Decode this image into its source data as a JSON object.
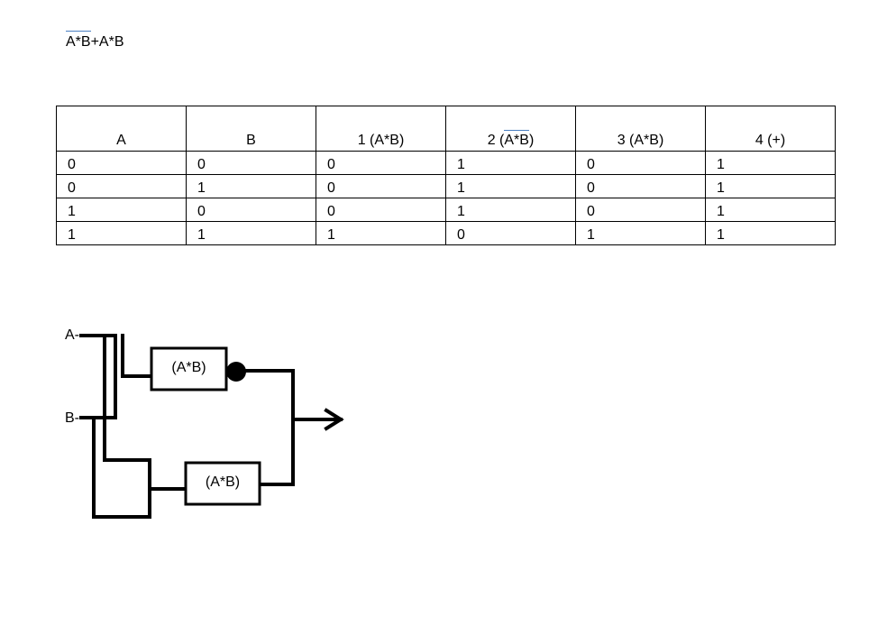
{
  "formula": {
    "negated_part": "A*B",
    "rest": "+A*B"
  },
  "truth_table": {
    "headers": [
      {
        "text": "A",
        "overbar": ""
      },
      {
        "text": "B",
        "overbar": ""
      },
      {
        "text": "1 (A*B)",
        "overbar": ""
      },
      {
        "prefix": "2 (",
        "overbar": "A*B",
        "suffix": ")"
      },
      {
        "text": "3 (A*B)",
        "overbar": ""
      },
      {
        "text": "4 (+)",
        "overbar": ""
      }
    ],
    "rows": [
      [
        "0",
        "0",
        "0",
        "1",
        "0",
        "1"
      ],
      [
        "0",
        "1",
        "0",
        "1",
        "0",
        "1"
      ],
      [
        "1",
        "0",
        "0",
        "1",
        "0",
        "1"
      ],
      [
        "1",
        "1",
        "1",
        "0",
        "1",
        "1"
      ]
    ]
  },
  "circuit": {
    "input_a_label": "A-",
    "input_b_label": "B-",
    "gate_top_label": "(A*B)",
    "gate_bottom_label": "(A*B)"
  }
}
